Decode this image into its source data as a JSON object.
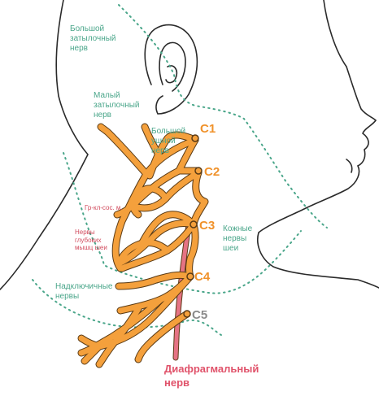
{
  "labels": {
    "greater_occipital": "Большой\nзатылочный\nнерв",
    "lesser_occipital": "Малый\nзатылочный\nнерв",
    "great_auricular": "Большой\nушной\nнерв",
    "sternocleidomastoid": "Гр-кл-сос. м.",
    "deep_neck_muscles": "Нервы\nглубоких\nмышц шеи",
    "cutaneous": "Кожные\nнервы\nшеи",
    "supraclavicular": "Надключичные\nнервы",
    "phrenic": "Диафрагмальный\nнерв"
  },
  "segments": {
    "c1": "C1",
    "c2": "C2",
    "c3": "C3",
    "c4": "C4",
    "c5": "C5"
  },
  "colors": {
    "nerve": "#f4a03c",
    "nerve_outline": "#5a3a14",
    "phrenic": "#e57384",
    "outline": "#2a2a2a",
    "region_dots": "#4aa68a"
  }
}
